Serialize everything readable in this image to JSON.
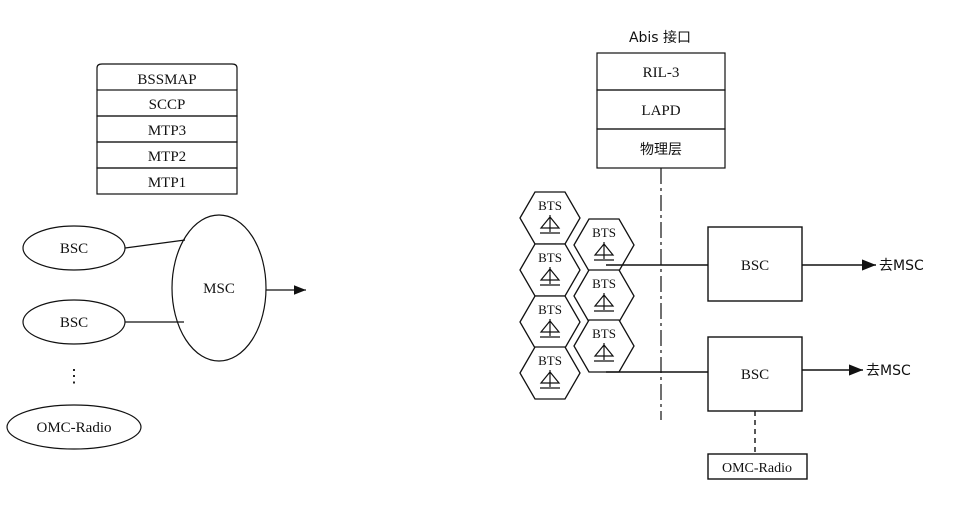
{
  "left": {
    "stack": [
      "BSSMAP",
      "SCCP",
      "MTP3",
      "MTP2",
      "MTP1"
    ],
    "bsc1": "BSC",
    "bsc2": "BSC",
    "msc": "MSC",
    "ellipsis": "⋮",
    "omc": "OMC-Radio"
  },
  "right": {
    "interface_title": "Abis 接口",
    "stack": [
      "RIL-3",
      "LAPD",
      "物理层"
    ],
    "bts_label": "BTS",
    "bsc_top": "BSC",
    "bsc_bottom": "BSC",
    "to_msc_top": "去MSC",
    "to_msc_bottom": "去MSC",
    "omc": "OMC-Radio"
  }
}
